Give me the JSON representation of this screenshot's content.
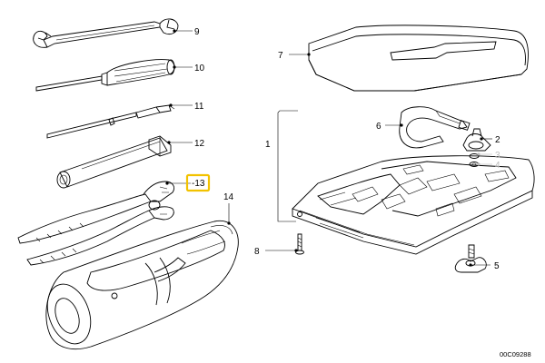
{
  "callouts": {
    "c1": "1",
    "c2": "2",
    "c3": "3",
    "c4": "4",
    "c5": "5",
    "c6": "6",
    "c7": "7",
    "c8": "8",
    "c9": "9",
    "c10": "10",
    "c11": "11",
    "c12": "12",
    "c13": "-13",
    "c14": "14"
  },
  "highlighted_callout": "-13",
  "faded_callouts": [
    "3",
    "4"
  ],
  "highlight_color": "#f2c200",
  "faded_color": "#b8b8b8",
  "reference_code": "00C09288"
}
